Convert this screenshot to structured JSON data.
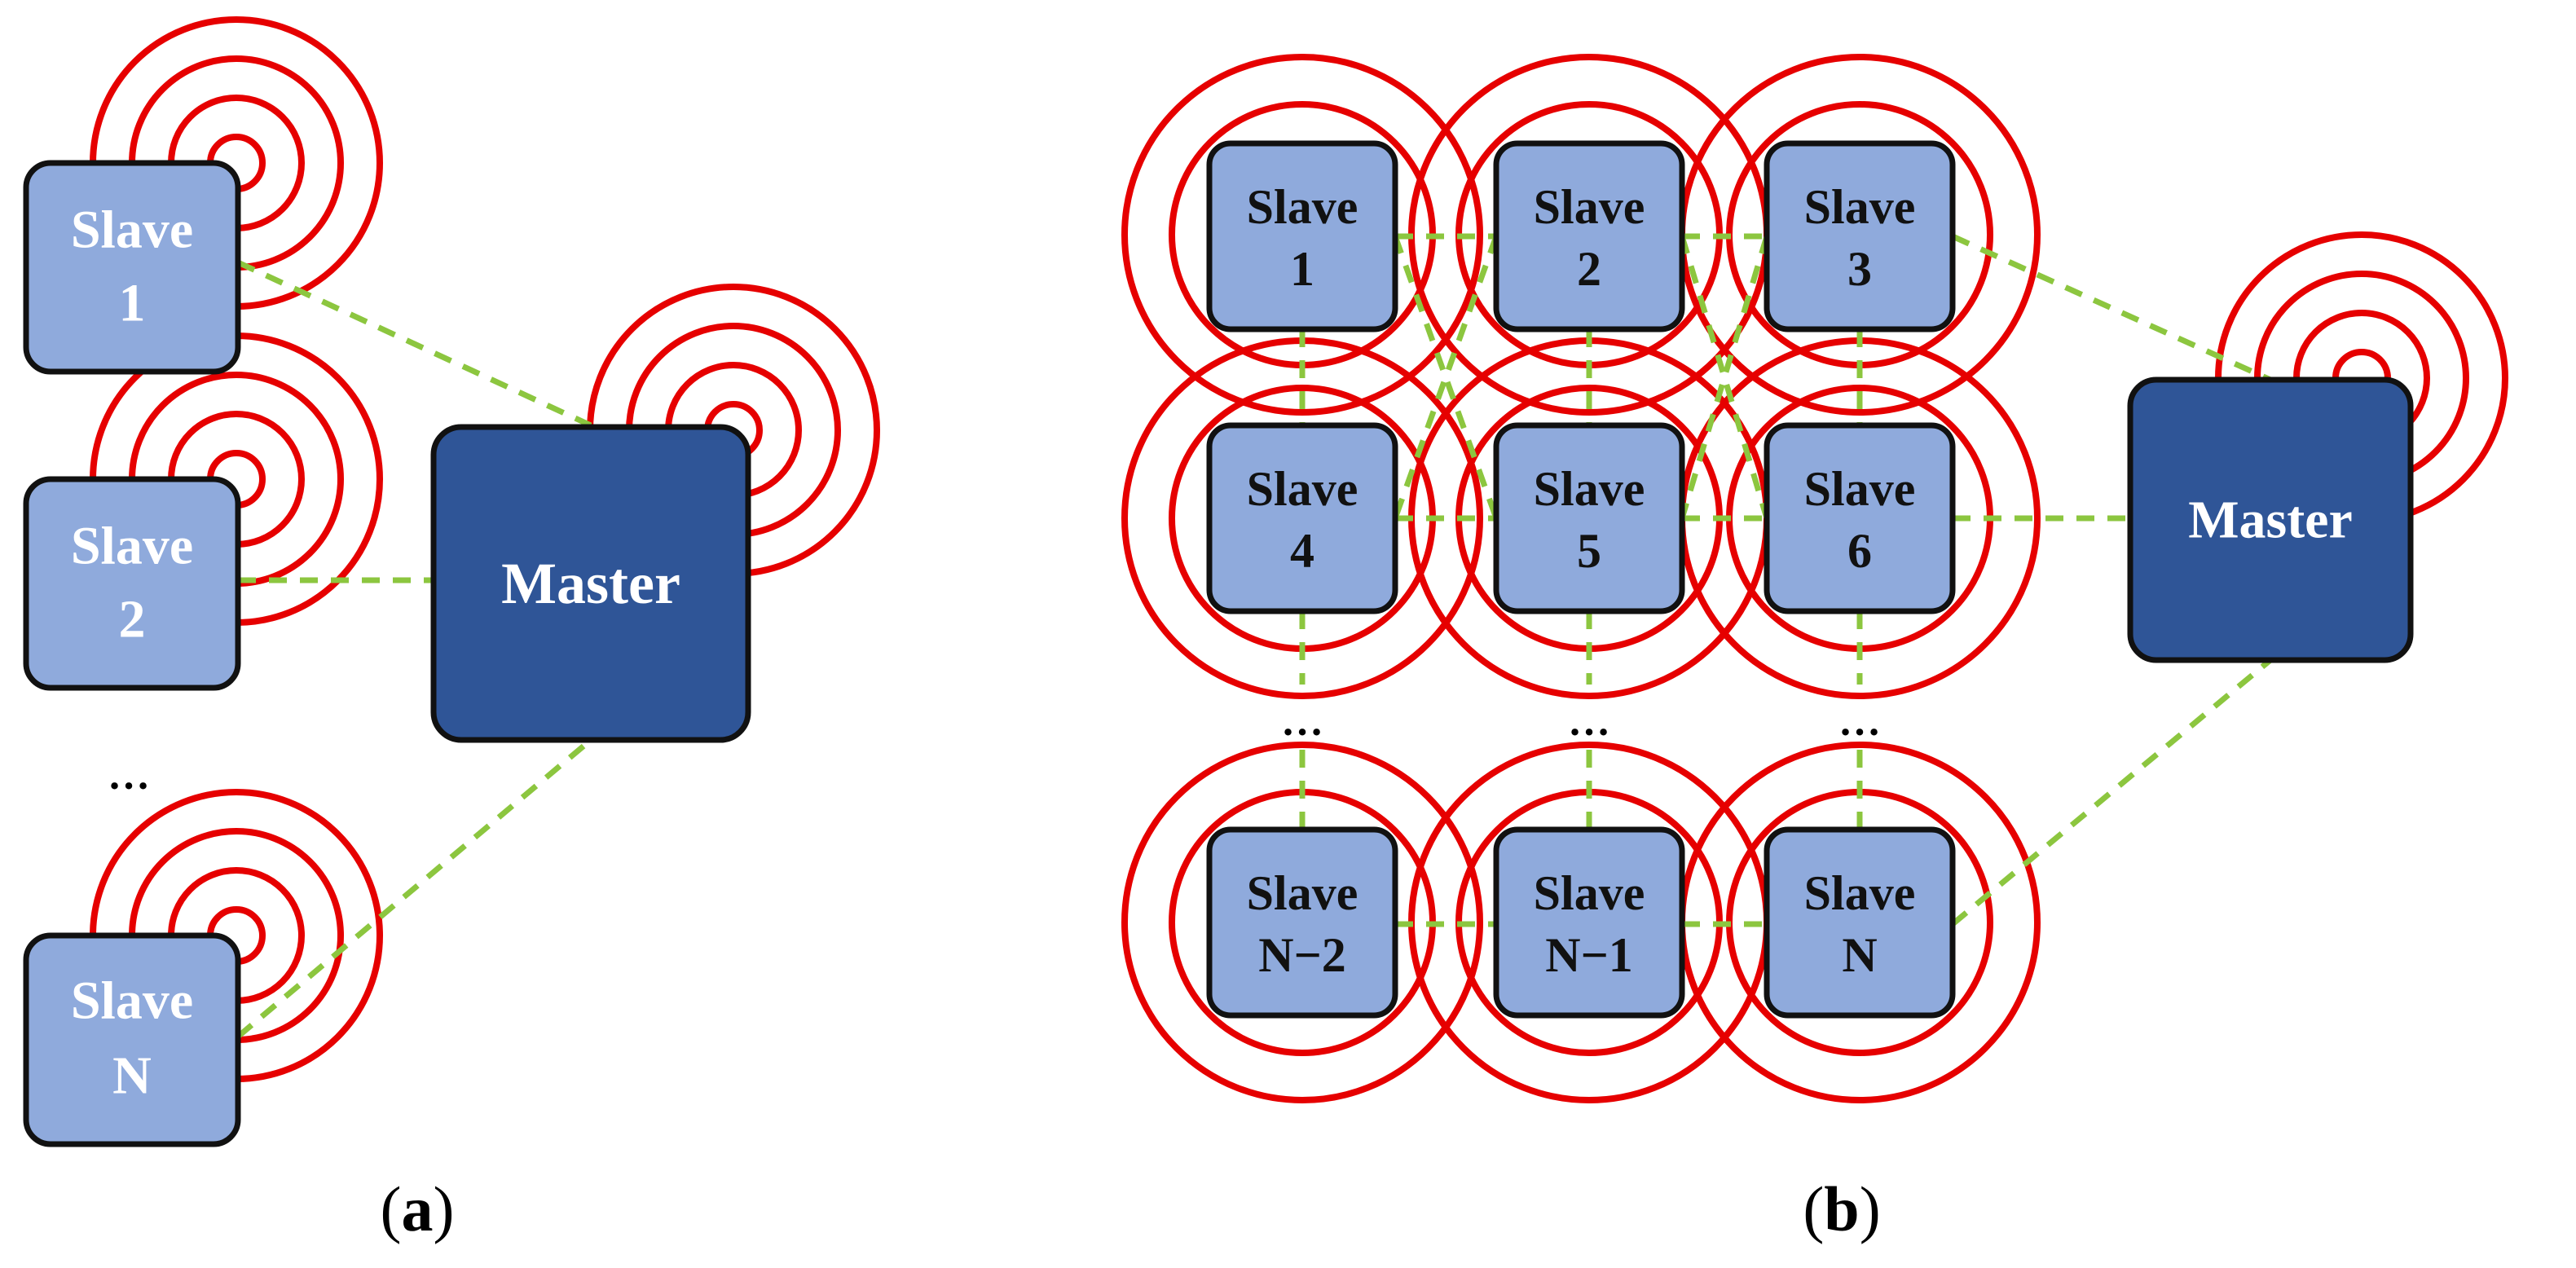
{
  "colors": {
    "slave_fill": "#8faadc",
    "master_fill": "#2f5597",
    "ring": "#e60000",
    "link": "#8cc63f",
    "slave_text_a": "#ffffff",
    "slave_text_b": "#111111",
    "master_text": "#ffffff"
  },
  "panel_a": {
    "caption_open": "(",
    "caption_letter": "a",
    "caption_close": ")",
    "ellipsis": "…",
    "master": {
      "label": "Master"
    },
    "slaves": [
      {
        "line1": "Slave",
        "line2": "1"
      },
      {
        "line1": "Slave",
        "line2": "2"
      },
      {
        "line1": "Slave",
        "line2": "N"
      }
    ]
  },
  "panel_b": {
    "caption_open": "(",
    "caption_letter": "b",
    "caption_close": ")",
    "ellipsis": [
      "…",
      "…",
      "…"
    ],
    "master": {
      "label": "Master"
    },
    "slaves": [
      {
        "line1": "Slave",
        "line2": "1"
      },
      {
        "line1": "Slave",
        "line2": "2"
      },
      {
        "line1": "Slave",
        "line2": "3"
      },
      {
        "line1": "Slave",
        "line2": "4"
      },
      {
        "line1": "Slave",
        "line2": "5"
      },
      {
        "line1": "Slave",
        "line2": "6"
      },
      {
        "line1": "Slave",
        "line2": "N−2"
      },
      {
        "line1": "Slave",
        "line2": "N−1"
      },
      {
        "line1": "Slave",
        "line2": "N"
      }
    ]
  }
}
